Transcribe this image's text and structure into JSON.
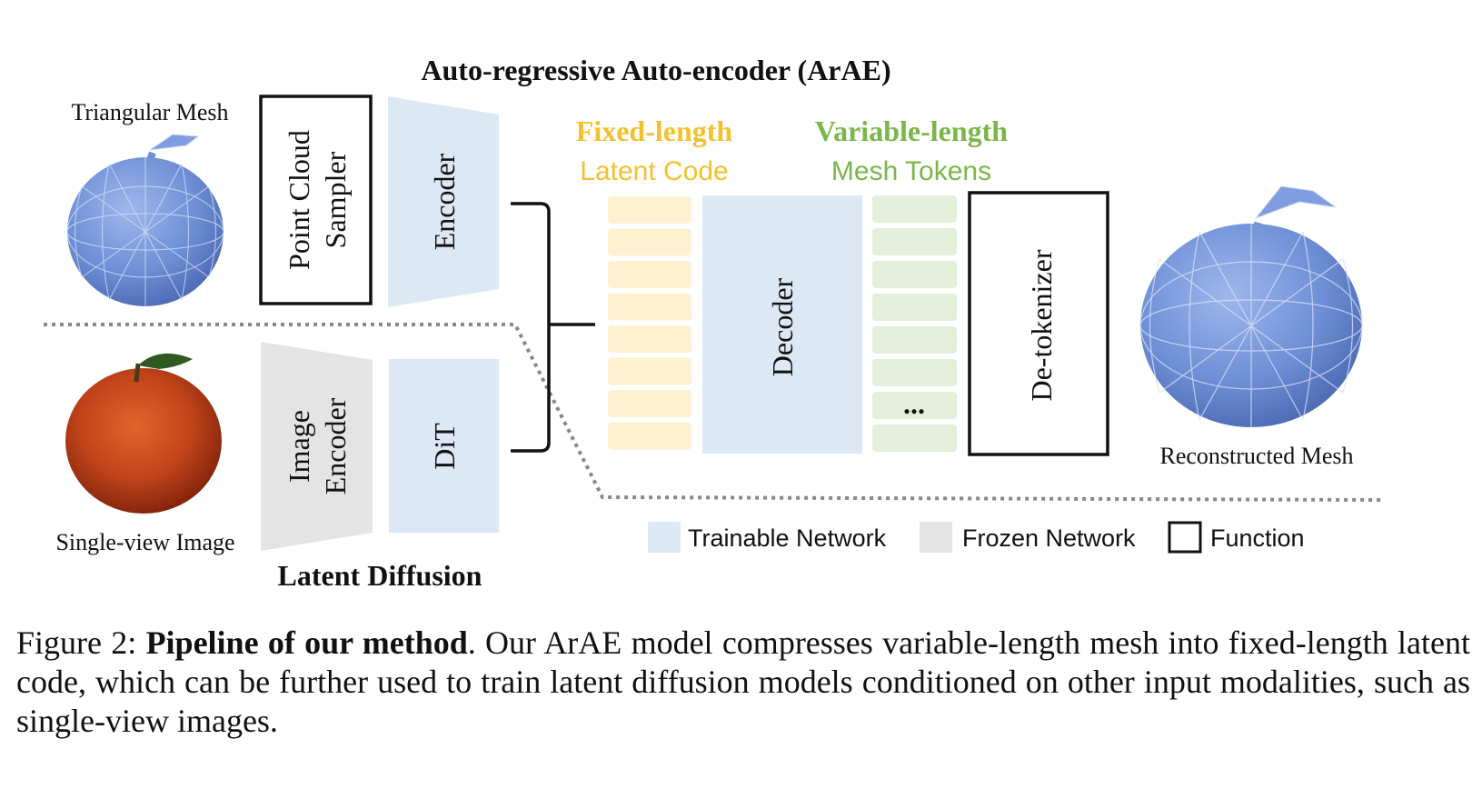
{
  "figure": {
    "title": "Auto-regressive Auto-encoder (ArAE)",
    "latent_diffusion_label": "Latent Diffusion",
    "input_mesh_label": "Triangular Mesh",
    "input_image_label": "Single-view Image",
    "output_mesh_label": "Reconstructed Mesh",
    "blocks": {
      "point_cloud_sampler": [
        "Point Cloud",
        "Sampler"
      ],
      "encoder": "Encoder",
      "image_encoder": [
        "Image",
        "Encoder"
      ],
      "dit": "DiT",
      "decoder": "Decoder",
      "detokenizer": "De-tokenizer"
    },
    "fixed_length": {
      "heading": "Fixed-length",
      "subheading": "Latent Code"
    },
    "variable_length": {
      "heading": "Variable-length",
      "subheading": "Mesh Tokens",
      "ellipsis": "..."
    },
    "legend": [
      {
        "label": "Trainable Network",
        "kind": "trainable"
      },
      {
        "label": "Frozen Network",
        "kind": "frozen"
      },
      {
        "label": "Function",
        "kind": "function"
      }
    ],
    "colors": {
      "trainable": "#dde8f5",
      "frozen": "#e4e4e4",
      "fixed_length_text": "#f2c12e",
      "fixed_length_fill": "#fdf1d2",
      "variable_length_text": "#7ab648",
      "variable_length_fill": "#e3efdb",
      "mesh_blue": "#6e8fd6",
      "apple_red": "#c0441a"
    },
    "latent_token_count": 8,
    "mesh_token_count": 7
  },
  "caption": {
    "prefix": "Figure 2: ",
    "bold": "Pipeline of our method",
    "rest": ". Our ArAE model compresses variable-length mesh into fixed-length latent code, which can be further used to train latent diffusion models conditioned on other input modalities, such as single-view images."
  }
}
